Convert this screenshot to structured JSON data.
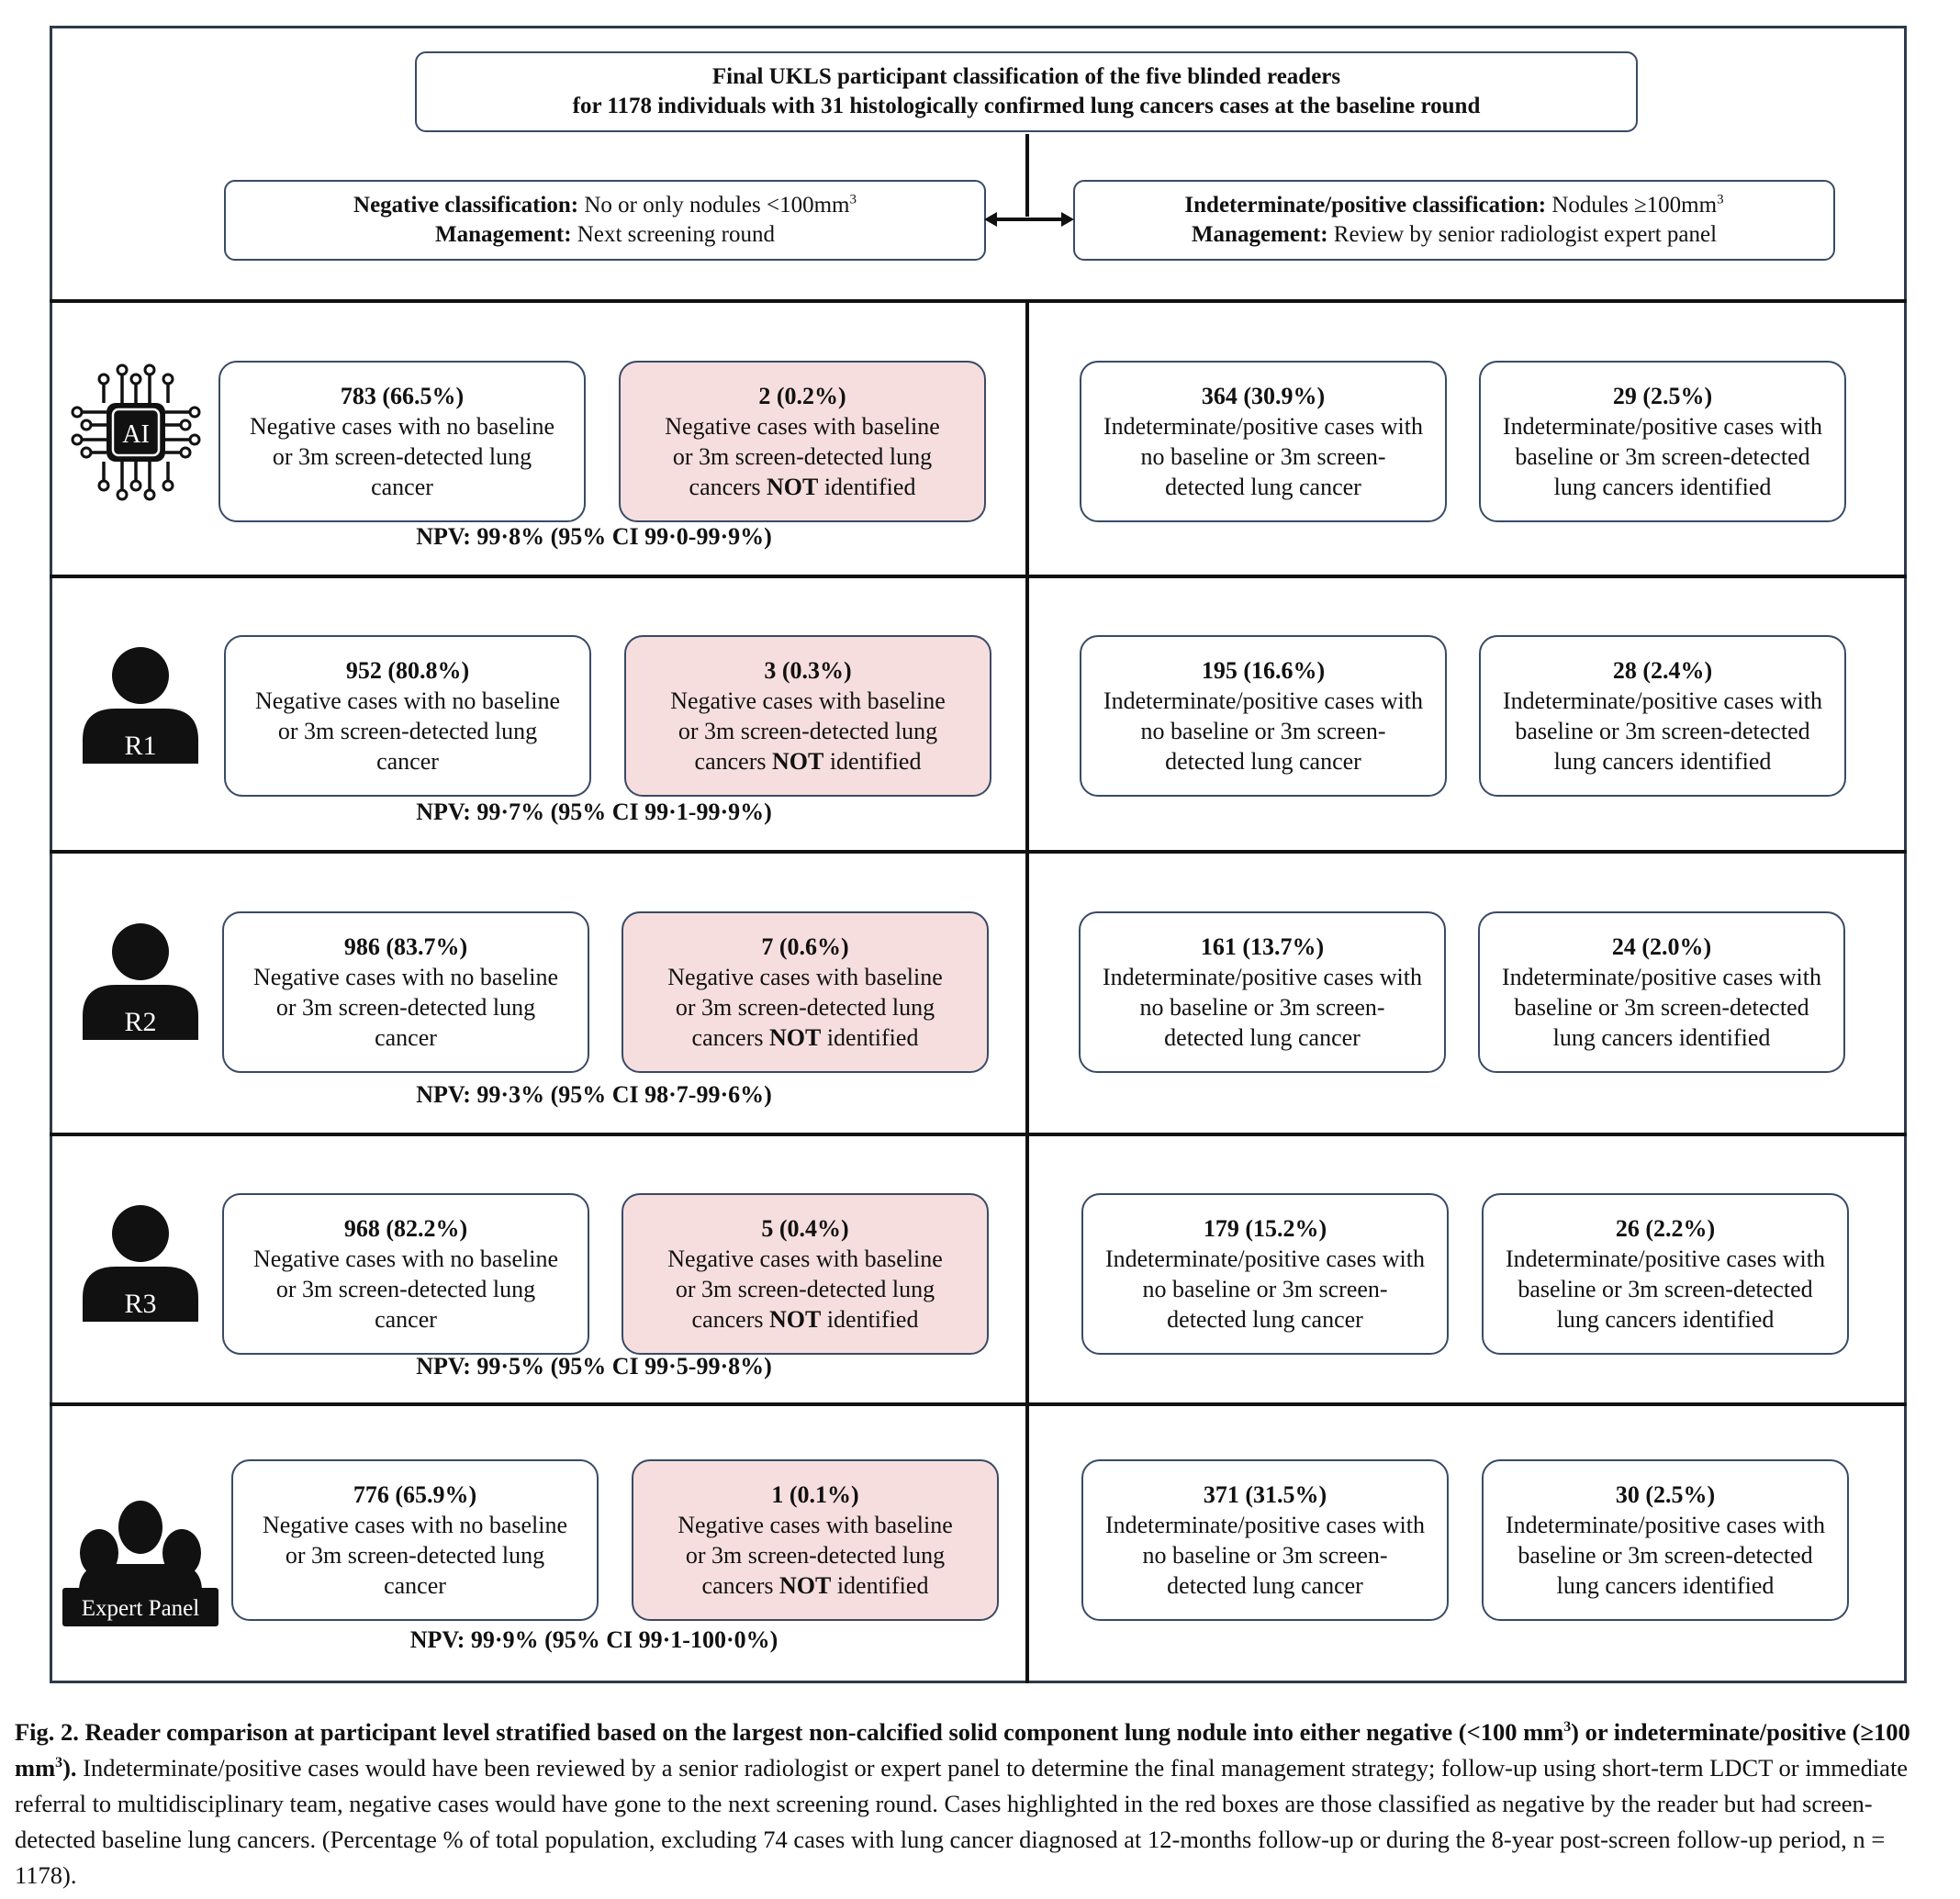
{
  "header": {
    "line1": "Final UKLS participant classification of the five blinded readers",
    "line2": "for 1178 individuals with 31 histologically confirmed lung cancers cases at the baseline round"
  },
  "negative_class": {
    "label1": "Negative classification:",
    "text1": " No or only nodules <100mm",
    "sup": "3",
    "label2": "Management:",
    "text2": " Next screening round"
  },
  "positive_class": {
    "label1": "Indeterminate/positive classification:",
    "text1": " Nodules ≥100mm",
    "sup": "3",
    "label2": "Management:",
    "text2": " Review by senior radiologist expert panel"
  },
  "text_templates": {
    "neg_no": [
      "Negative cases with no baseline",
      "or 3m screen-detected lung",
      "cancer"
    ],
    "neg_missed": [
      "Negative cases with baseline",
      "or 3m screen-detected lung",
      "cancers ",
      "NOT",
      " identified"
    ],
    "pos_no": [
      "Indeterminate/positive cases with",
      "no baseline or 3m screen-",
      "detected lung cancer"
    ],
    "pos_yes": [
      "Indeterminate/positive cases with",
      "baseline or 3m screen-detected",
      "lung cancers identified"
    ]
  },
  "readers": [
    {
      "id": "AI",
      "icon_label": "AI",
      "neg_no": "783 (66.5%)",
      "neg_missed": "2 (0.2%)",
      "pos_no": "364 (30.9%)",
      "pos_yes": "29 (2.5%)",
      "npv": "NPV: 99·8% (95% CI  99·0-99·9%)"
    },
    {
      "id": "R1",
      "icon_label": "R1",
      "neg_no": "952 (80.8%)",
      "neg_missed": "3 (0.3%)",
      "pos_no": "195 (16.6%)",
      "pos_yes": "28 (2.4%)",
      "npv": "NPV: 99·7% (95% CI  99·1-99·9%)"
    },
    {
      "id": "R2",
      "icon_label": "R2",
      "neg_no": "986 (83.7%)",
      "neg_missed": "7 (0.6%)",
      "pos_no": "161 (13.7%)",
      "pos_yes": "24 (2.0%)",
      "npv": "NPV: 99·3% (95% CI  98·7-99·6%)"
    },
    {
      "id": "R3",
      "icon_label": "R3",
      "neg_no": "968 (82.2%)",
      "neg_missed": "5 (0.4%)",
      "pos_no": "179 (15.2%)",
      "pos_yes": "26 (2.2%)",
      "npv": "NPV: 99·5% (95% CI  99·5-99·8%)"
    },
    {
      "id": "EP",
      "icon_label": "Expert Panel",
      "neg_no": "776 (65.9%)",
      "neg_missed": "1 (0.1%)",
      "pos_no": "371 (31.5%)",
      "pos_yes": "30 (2.5%)",
      "npv": "NPV: 99·9% (95% CI  99·1-100·0%)"
    }
  ],
  "caption": {
    "bold_a": "Fig. 2.  Reader comparison at participant level stratified based on the largest non-calcified solid component lung nodule into either negative (<100 mm",
    "sup1": "3",
    "bold_b": ")",
    "bold_c": "or indeterminate/positive (≥100 mm",
    "sup2": "3",
    "bold_d": ").",
    "text": " Indeterminate/positive cases would have been reviewed by a senior radiologist or expert panel to determine the final management strategy; follow-up using short-term LDCT or immediate referral to multidisciplinary team, negative cases would have gone to the next screening round. Cases highlighted in the red boxes are those classified as negative by the reader but had screen-detected baseline lung cancers. (Percentage % of total population, excluding 74 cases with lung cancer diagnosed at 12-months follow-up or during the 8-year post-screen follow-up period, n = 1178)."
  }
}
